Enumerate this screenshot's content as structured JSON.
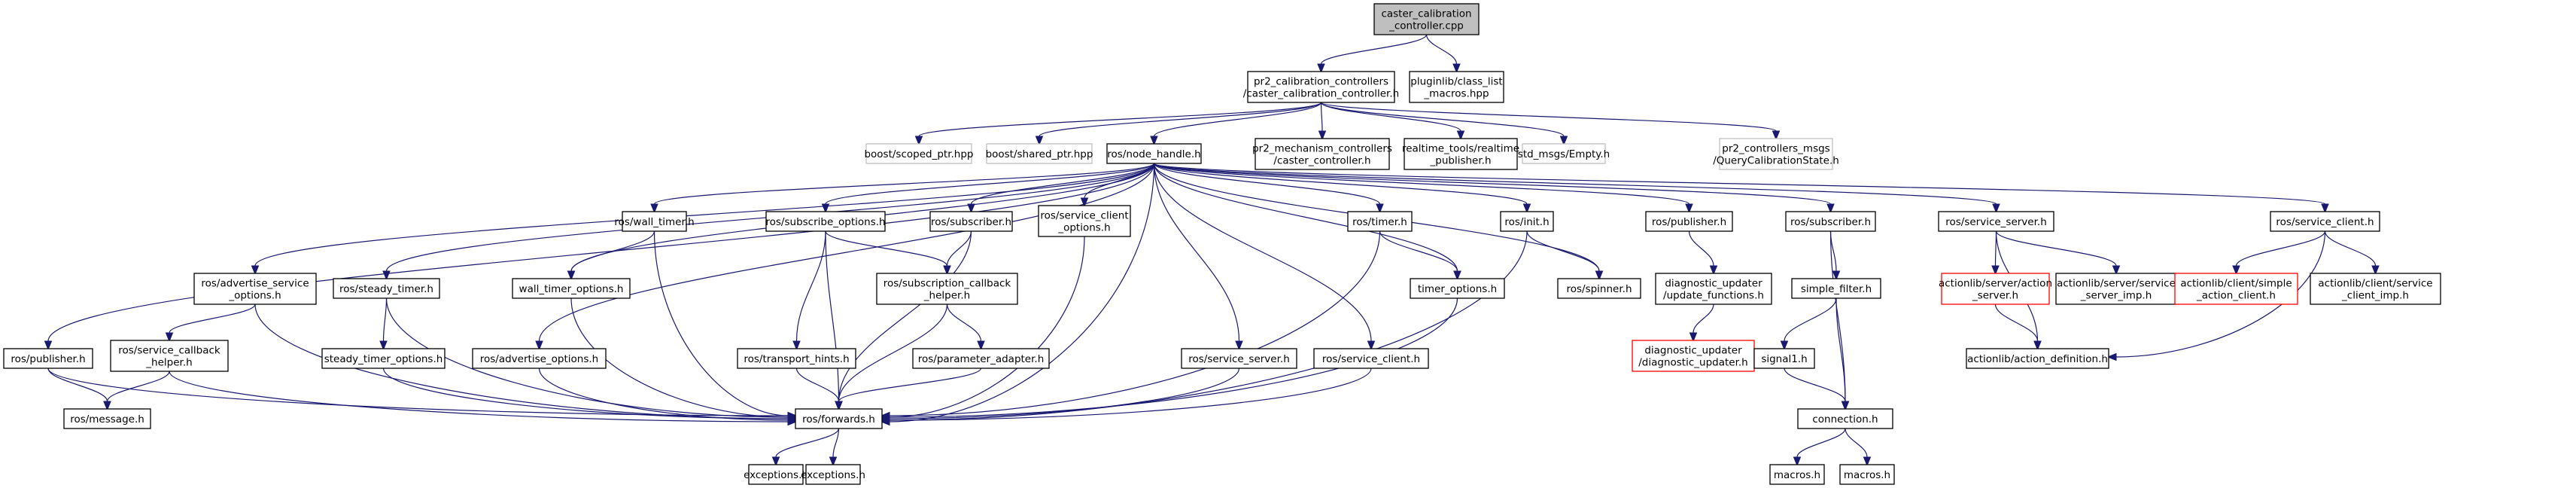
{
  "title": "caster_calibration_controller.cpp include dependency graph",
  "colors": {
    "edge": "#191970",
    "root_fill": "#bfbfbf",
    "node_fill": "#ffffff",
    "documented_border": "#000000",
    "undocumented_border": "#bfbfbf",
    "truncated_border": "#ff0000"
  },
  "nodes": [
    {
      "id": "root",
      "lines": [
        "caster_calibration",
        "_controller.cpp"
      ],
      "style": "root"
    },
    {
      "id": "cal_ctrl_h",
      "lines": [
        "pr2_calibration_controllers",
        "/caster_calibration_controller.h"
      ],
      "style": "normal"
    },
    {
      "id": "class_list_macros",
      "lines": [
        "pluginlib/class_list",
        "_macros.hpp"
      ],
      "style": "normal"
    },
    {
      "id": "scoped_ptr",
      "lines": [
        "boost/scoped_ptr.hpp"
      ],
      "style": "external"
    },
    {
      "id": "shared_ptr",
      "lines": [
        "boost/shared_ptr.hpp"
      ],
      "style": "external"
    },
    {
      "id": "node_handle",
      "lines": [
        "ros/node_handle.h"
      ],
      "style": "normal"
    },
    {
      "id": "caster_controller",
      "lines": [
        "pr2_mechanism_controllers",
        "/caster_controller.h"
      ],
      "style": "normal"
    },
    {
      "id": "rt_publisher",
      "lines": [
        "realtime_tools/realtime",
        "_publisher.h"
      ],
      "style": "normal"
    },
    {
      "id": "empty_h",
      "lines": [
        "std_msgs/Empty.h"
      ],
      "style": "external"
    },
    {
      "id": "query_cal",
      "lines": [
        "pr2_controllers_msgs",
        "/QueryCalibrationState.h"
      ],
      "style": "external"
    },
    {
      "id": "wall_timer",
      "lines": [
        "ros/wall_timer.h"
      ],
      "style": "normal"
    },
    {
      "id": "subscribe_options",
      "lines": [
        "ros/subscribe_options.h"
      ],
      "style": "normal"
    },
    {
      "id": "subscriber_a",
      "lines": [
        "ros/subscriber.h"
      ],
      "style": "normal"
    },
    {
      "id": "service_client_options",
      "lines": [
        "ros/service_client",
        "_options.h"
      ],
      "style": "normal"
    },
    {
      "id": "timer",
      "lines": [
        "ros/timer.h"
      ],
      "style": "normal"
    },
    {
      "id": "init",
      "lines": [
        "ros/init.h"
      ],
      "style": "normal"
    },
    {
      "id": "publisher_b",
      "lines": [
        "ros/publisher.h"
      ],
      "style": "normal"
    },
    {
      "id": "subscriber_b",
      "lines": [
        "ros/subscriber.h"
      ],
      "style": "normal"
    },
    {
      "id": "service_server_b",
      "lines": [
        "ros/service_server.h"
      ],
      "style": "normal"
    },
    {
      "id": "service_client_b",
      "lines": [
        "ros/service_client.h"
      ],
      "style": "normal"
    },
    {
      "id": "adv_service_options",
      "lines": [
        "ros/advertise_service",
        "_options.h"
      ],
      "style": "normal"
    },
    {
      "id": "steady_timer",
      "lines": [
        "ros/steady_timer.h"
      ],
      "style": "normal"
    },
    {
      "id": "wall_timer_options",
      "lines": [
        "wall_timer_options.h"
      ],
      "style": "normal"
    },
    {
      "id": "sub_cb_helper",
      "lines": [
        "ros/subscription_callback",
        "_helper.h"
      ],
      "style": "normal"
    },
    {
      "id": "timer_options",
      "lines": [
        "timer_options.h"
      ],
      "style": "normal"
    },
    {
      "id": "spinner",
      "lines": [
        "ros/spinner.h"
      ],
      "style": "normal"
    },
    {
      "id": "update_functions",
      "lines": [
        "diagnostic_updater",
        "/update_functions.h"
      ],
      "style": "normal"
    },
    {
      "id": "simple_filter",
      "lines": [
        "simple_filter.h"
      ],
      "style": "normal"
    },
    {
      "id": "action_server",
      "lines": [
        "actionlib/server/action",
        "_server.h"
      ],
      "style": "truncated"
    },
    {
      "id": "service_server_imp",
      "lines": [
        "actionlib/server/service",
        "_server_imp.h"
      ],
      "style": "normal"
    },
    {
      "id": "simple_action_client",
      "lines": [
        "actionlib/client/simple",
        "_action_client.h"
      ],
      "style": "truncated"
    },
    {
      "id": "service_client_imp",
      "lines": [
        "actionlib/client/service",
        "_client_imp.h"
      ],
      "style": "normal"
    },
    {
      "id": "publisher_a",
      "lines": [
        "ros/publisher.h"
      ],
      "style": "normal"
    },
    {
      "id": "service_cb_helper",
      "lines": [
        "ros/service_callback",
        "_helper.h"
      ],
      "style": "normal"
    },
    {
      "id": "steady_timer_options",
      "lines": [
        "steady_timer_options.h"
      ],
      "style": "normal"
    },
    {
      "id": "advertise_options",
      "lines": [
        "ros/advertise_options.h"
      ],
      "style": "normal"
    },
    {
      "id": "transport_hints",
      "lines": [
        "ros/transport_hints.h"
      ],
      "style": "normal"
    },
    {
      "id": "parameter_adapter",
      "lines": [
        "ros/parameter_adapter.h"
      ],
      "style": "normal"
    },
    {
      "id": "service_server_a",
      "lines": [
        "ros/service_server.h"
      ],
      "style": "normal"
    },
    {
      "id": "service_client_a",
      "lines": [
        "ros/service_client.h"
      ],
      "style": "normal"
    },
    {
      "id": "diagnostic_updater",
      "lines": [
        "diagnostic_updater",
        "/diagnostic_updater.h"
      ],
      "style": "truncated"
    },
    {
      "id": "signal1",
      "lines": [
        "signal1.h"
      ],
      "style": "normal"
    },
    {
      "id": "action_definition",
      "lines": [
        "actionlib/action_definition.h"
      ],
      "style": "normal"
    },
    {
      "id": "message",
      "lines": [
        "ros/message.h"
      ],
      "style": "normal"
    },
    {
      "id": "forwards",
      "lines": [
        "ros/forwards.h"
      ],
      "style": "normal"
    },
    {
      "id": "connection",
      "lines": [
        "connection.h"
      ],
      "style": "normal"
    },
    {
      "id": "exceptions_a",
      "lines": [
        "exceptions.h"
      ],
      "style": "normal"
    },
    {
      "id": "exceptions_b",
      "lines": [
        "exceptions.h"
      ],
      "style": "normal"
    },
    {
      "id": "macros_a",
      "lines": [
        "macros.h"
      ],
      "style": "normal"
    },
    {
      "id": "macros_b",
      "lines": [
        "macros.h"
      ],
      "style": "normal"
    }
  ],
  "edges": [
    [
      "root",
      "cal_ctrl_h"
    ],
    [
      "root",
      "class_list_macros"
    ],
    [
      "cal_ctrl_h",
      "scoped_ptr"
    ],
    [
      "cal_ctrl_h",
      "shared_ptr"
    ],
    [
      "cal_ctrl_h",
      "node_handle"
    ],
    [
      "cal_ctrl_h",
      "caster_controller"
    ],
    [
      "cal_ctrl_h",
      "rt_publisher"
    ],
    [
      "cal_ctrl_h",
      "empty_h"
    ],
    [
      "cal_ctrl_h",
      "query_cal"
    ],
    [
      "node_handle",
      "forwards"
    ],
    [
      "node_handle",
      "publisher_a"
    ],
    [
      "node_handle",
      "adv_service_options"
    ],
    [
      "node_handle",
      "steady_timer"
    ],
    [
      "node_handle",
      "advertise_options"
    ],
    [
      "node_handle",
      "wall_timer_options"
    ],
    [
      "node_handle",
      "wall_timer"
    ],
    [
      "node_handle",
      "subscribe_options"
    ],
    [
      "node_handle",
      "subscriber_a"
    ],
    [
      "node_handle",
      "service_client_options"
    ],
    [
      "node_handle",
      "service_server_a"
    ],
    [
      "node_handle",
      "service_client_a"
    ],
    [
      "node_handle",
      "timer"
    ],
    [
      "node_handle",
      "timer_options"
    ],
    [
      "node_handle",
      "init"
    ],
    [
      "node_handle",
      "spinner"
    ],
    [
      "node_handle",
      "publisher_b"
    ],
    [
      "node_handle",
      "subscriber_b"
    ],
    [
      "node_handle",
      "service_server_b"
    ],
    [
      "node_handle",
      "service_client_b"
    ],
    [
      "publisher_a",
      "message"
    ],
    [
      "publisher_a",
      "forwards"
    ],
    [
      "adv_service_options",
      "service_cb_helper"
    ],
    [
      "adv_service_options",
      "forwards"
    ],
    [
      "service_cb_helper",
      "message"
    ],
    [
      "service_cb_helper",
      "forwards"
    ],
    [
      "steady_timer",
      "steady_timer_options"
    ],
    [
      "steady_timer",
      "forwards"
    ],
    [
      "steady_timer_options",
      "forwards"
    ],
    [
      "advertise_options",
      "forwards"
    ],
    [
      "wall_timer",
      "wall_timer_options"
    ],
    [
      "wall_timer",
      "forwards"
    ],
    [
      "wall_timer_options",
      "forwards"
    ],
    [
      "subscribe_options",
      "sub_cb_helper"
    ],
    [
      "subscribe_options",
      "transport_hints"
    ],
    [
      "subscribe_options",
      "forwards"
    ],
    [
      "subscriber_a",
      "sub_cb_helper"
    ],
    [
      "subscriber_a",
      "forwards"
    ],
    [
      "sub_cb_helper",
      "parameter_adapter"
    ],
    [
      "sub_cb_helper",
      "forwards"
    ],
    [
      "transport_hints",
      "forwards"
    ],
    [
      "parameter_adapter",
      "forwards"
    ],
    [
      "service_client_options",
      "forwards"
    ],
    [
      "service_server_a",
      "forwards"
    ],
    [
      "service_client_a",
      "forwards"
    ],
    [
      "timer",
      "timer_options"
    ],
    [
      "timer",
      "forwards"
    ],
    [
      "timer_options",
      "forwards"
    ],
    [
      "init",
      "spinner"
    ],
    [
      "init",
      "forwards"
    ],
    [
      "forwards",
      "exceptions_a"
    ],
    [
      "forwards",
      "exceptions_b"
    ],
    [
      "publisher_b",
      "update_functions"
    ],
    [
      "update_functions",
      "diagnostic_updater"
    ],
    [
      "subscriber_b",
      "simple_filter"
    ],
    [
      "subscriber_b",
      "connection"
    ],
    [
      "simple_filter",
      "signal1"
    ],
    [
      "simple_filter",
      "connection"
    ],
    [
      "signal1",
      "connection"
    ],
    [
      "connection",
      "macros_a"
    ],
    [
      "connection",
      "macros_b"
    ],
    [
      "service_server_b",
      "action_server"
    ],
    [
      "service_server_b",
      "service_server_imp"
    ],
    [
      "service_server_b",
      "action_definition"
    ],
    [
      "action_server",
      "action_definition"
    ],
    [
      "service_client_b",
      "simple_action_client"
    ],
    [
      "service_client_b",
      "service_client_imp"
    ],
    [
      "service_client_b",
      "action_definition"
    ]
  ]
}
